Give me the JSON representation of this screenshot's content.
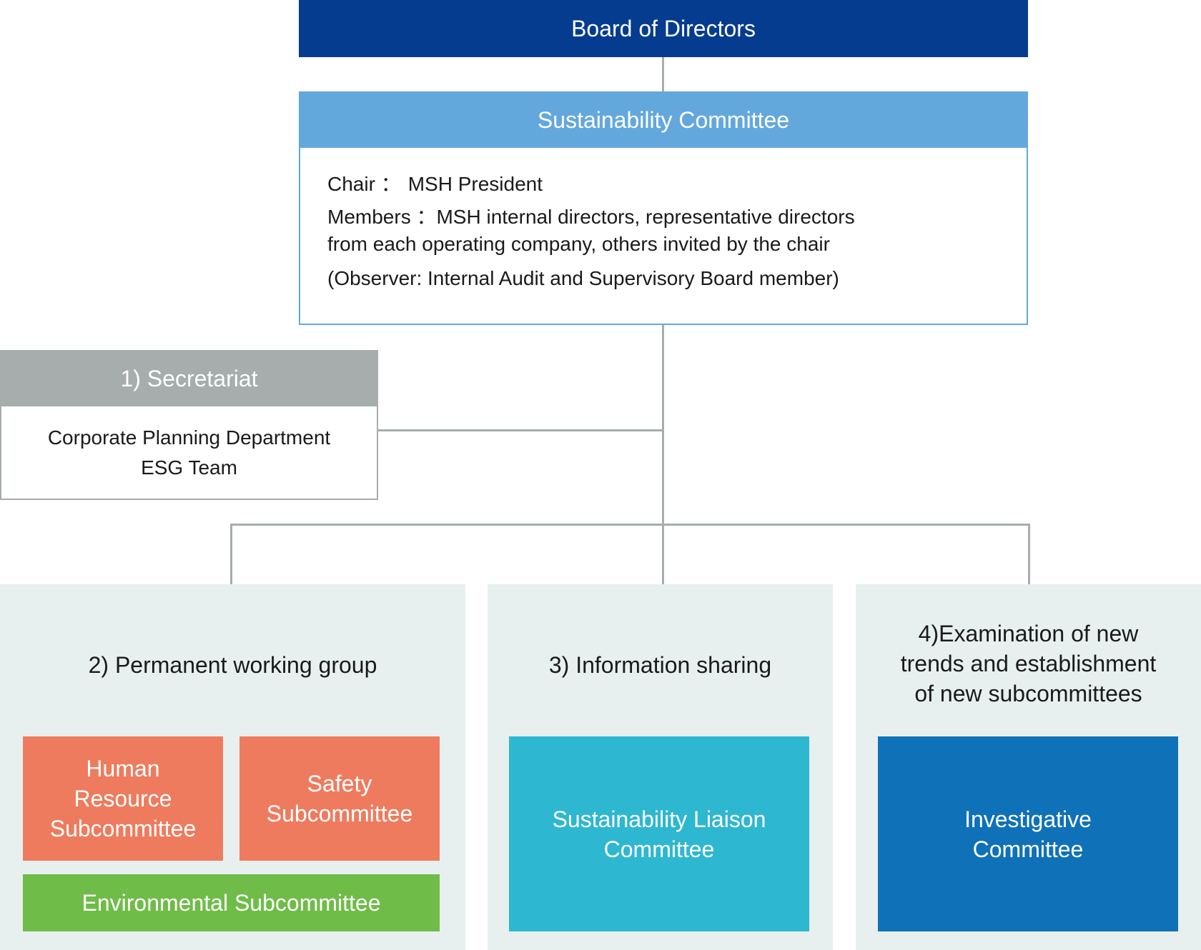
{
  "board": {
    "title": "Board of Directors"
  },
  "sustainability_committee": {
    "title": "Sustainability Committee",
    "chair_label": "Chair ：",
    "chair_value": "MSH President",
    "members_label": "Members ：",
    "members_value_line1": "MSH internal directors, representative directors",
    "members_value_line2": "from each operating company, others invited by the chair",
    "observer": "(Observer: Internal Audit and Supervisory Board member)"
  },
  "secretariat": {
    "title": "1) Secretariat",
    "line1": "Corporate Planning Department",
    "line2": "ESG Team"
  },
  "groups": {
    "permanent": {
      "title": "2) Permanent working group",
      "hr": [
        "Human",
        "Resource",
        "Subcommittee"
      ],
      "safety": [
        "Safety",
        "Subcommittee"
      ],
      "environmental": "Environmental Subcommittee"
    },
    "information": {
      "title": "3) Information sharing",
      "liaison": [
        "Sustainability Liaison",
        "Committee"
      ]
    },
    "examination": {
      "title": [
        "4)Examination of new",
        "trends and establishment",
        "of new subcommittees"
      ],
      "investigative": [
        "Investigative",
        "Committee"
      ]
    }
  },
  "colors": {
    "board": "#063c8f",
    "sustainability_header": "#63a8dd",
    "secretariat_header": "#a6adac",
    "panel_background": "#e7f0ef",
    "hr_safety": "#ef7b5e",
    "environmental": "#6fbc48",
    "liaison": "#2eb7d0",
    "investigative": "#0f71b8"
  }
}
